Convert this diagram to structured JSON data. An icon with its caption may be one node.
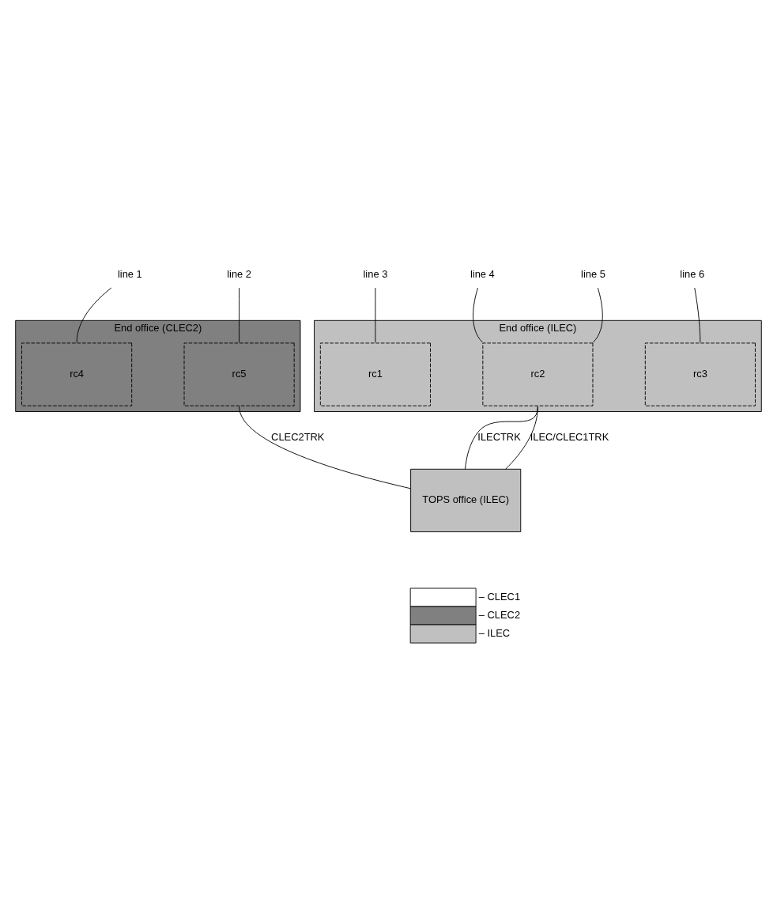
{
  "diagram": {
    "nodes": [
      {
        "text": [
          "line 1"
        ]
      },
      {
        "text": [
          "line 2"
        ]
      },
      {
        "text": [
          "line 3"
        ]
      },
      {
        "text": [
          "line 4"
        ]
      },
      {
        "text": [
          "line 5"
        ]
      },
      {
        "text": [
          "line 6"
        ]
      },
      {
        "text": [
          "End office (CLEC2)"
        ]
      },
      {
        "text": [
          "rc4"
        ],
        "in": 6
      },
      {
        "text": [
          "rc5"
        ],
        "in": 6
      },
      {
        "text": [
          "End office (ILEC)"
        ]
      },
      {
        "text": [
          "rc1"
        ],
        "in": 9
      },
      {
        "text": [
          "rc2"
        ],
        "in": 9
      },
      {
        "text": [
          "rc3"
        ],
        "in": 9
      },
      {
        "text": [
          "TOPS office (ILEC)"
        ]
      }
    ],
    "edges": [
      {
        "from": 0,
        "to": 7,
        "arrow": "none"
      },
      {
        "from": 1,
        "to": 8,
        "arrow": "none"
      },
      {
        "from": 2,
        "to": 10,
        "arrow": "none"
      },
      {
        "from": 3,
        "to": 11,
        "arrow": "none"
      },
      {
        "from": 4,
        "to": 11,
        "arrow": "none"
      },
      {
        "from": 5,
        "to": 12,
        "arrow": "none"
      },
      {
        "from": 8,
        "to": 13,
        "arrow": "none",
        "label": "CLEC2TRK"
      },
      {
        "from": 11,
        "to": 13,
        "arrow": "none",
        "label": "ILEC/CLEC1TRK"
      },
      {
        "from": 11,
        "to": 13,
        "arrow": "none",
        "label": "ILECTRK"
      }
    ],
    "legend": [
      {
        "text": "– CLEC1",
        "color": "#ffffff"
      },
      {
        "text": "– CLEC2",
        "color": "#808080"
      },
      {
        "text": "– ILEC",
        "color": "#c0c0c0"
      }
    ]
  }
}
